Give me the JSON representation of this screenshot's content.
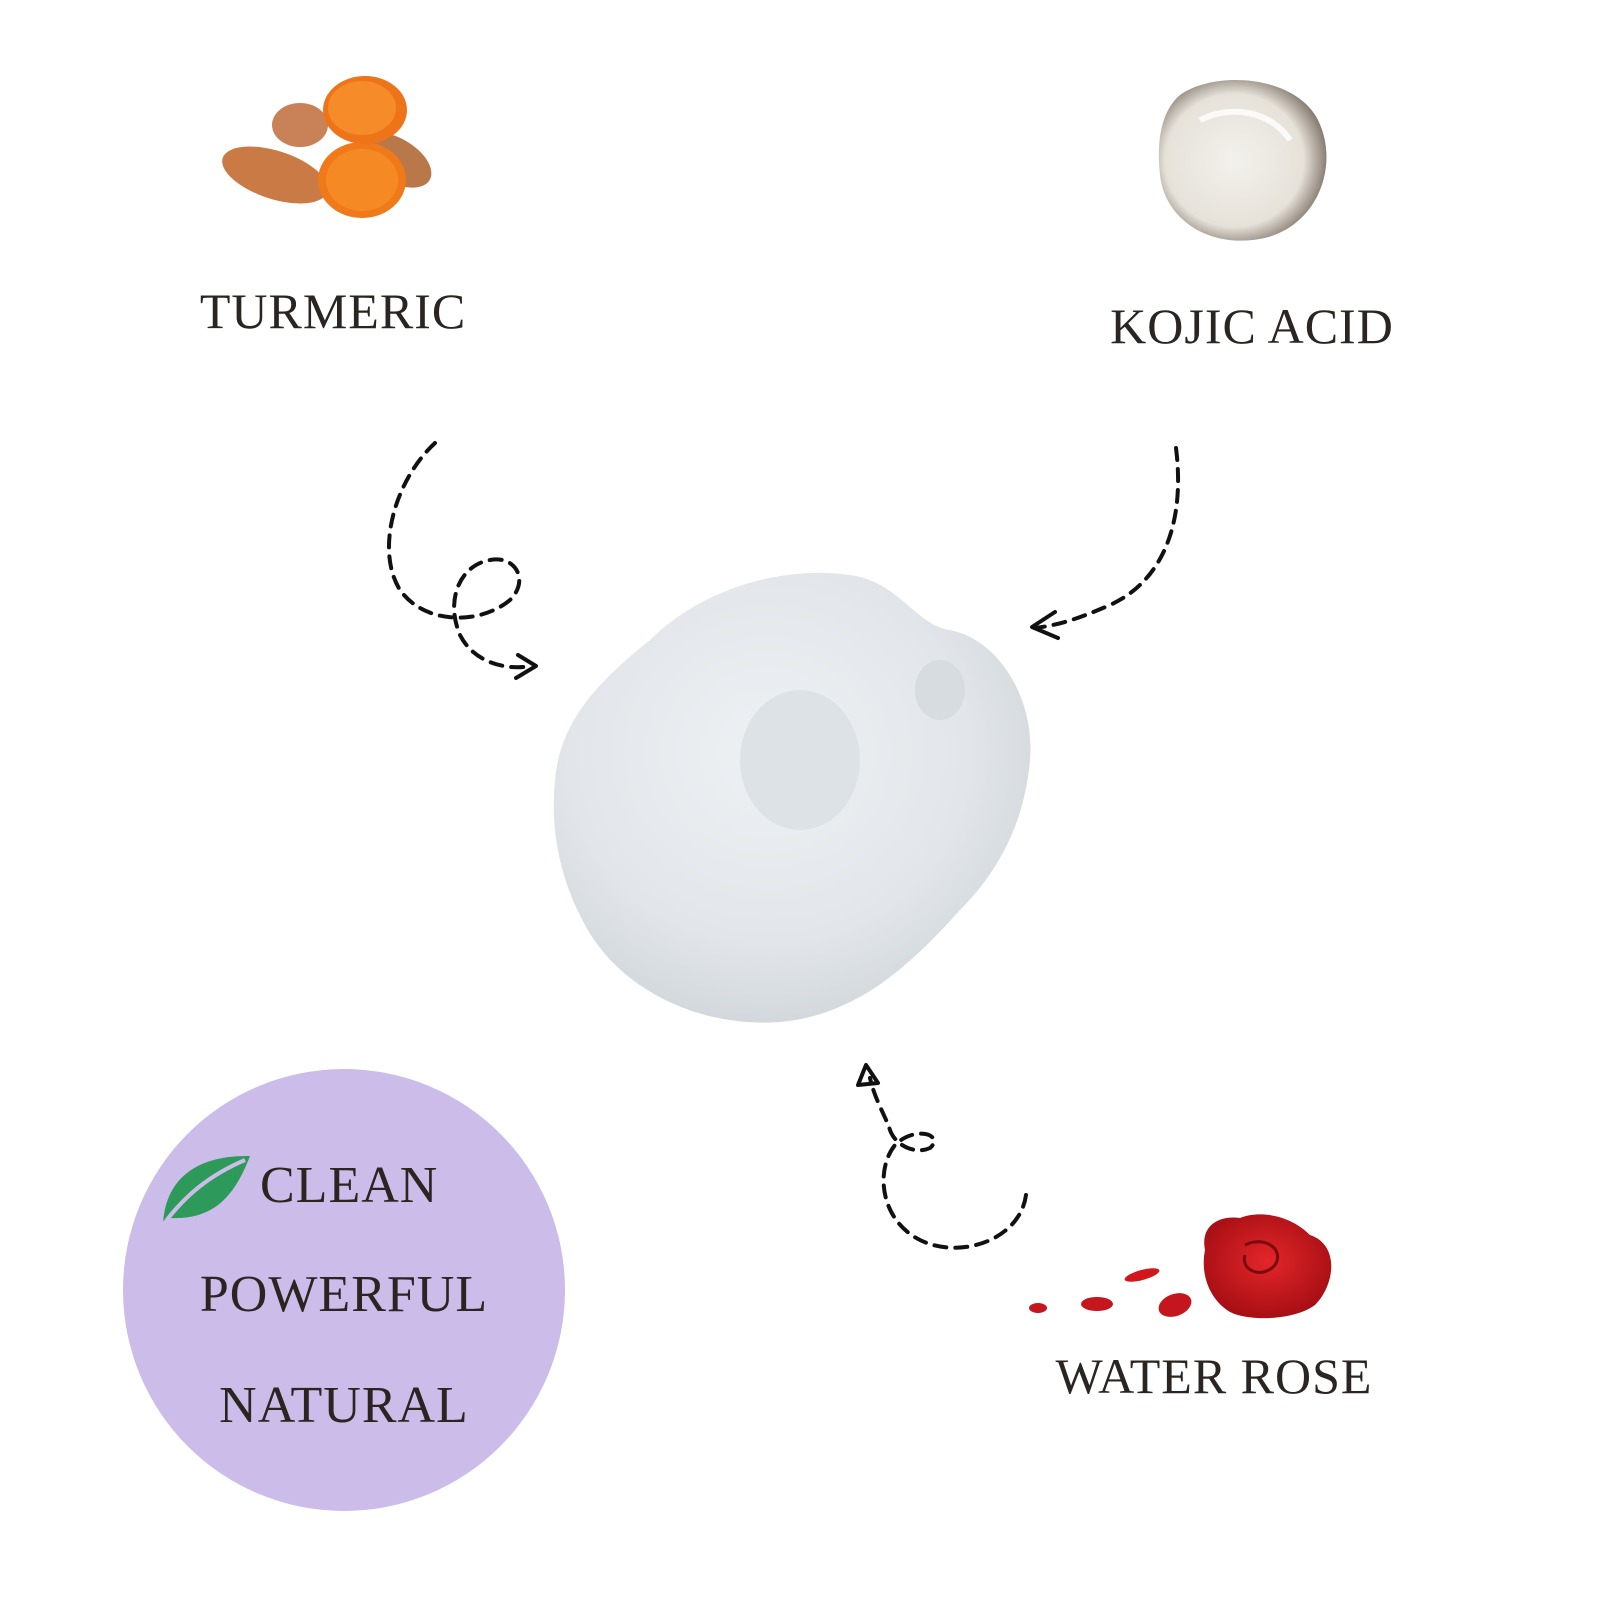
{
  "ingredients": {
    "turmeric": "TURMERIC",
    "kojic_acid": "KOJIC ACID",
    "water_rose": "WATER ROSE"
  },
  "badge": {
    "line1": "CLEAN",
    "line2": "POWERFUL",
    "line3": "NATURAL",
    "color": "#cbbcea",
    "leaf_color": "#2e9a5a"
  }
}
